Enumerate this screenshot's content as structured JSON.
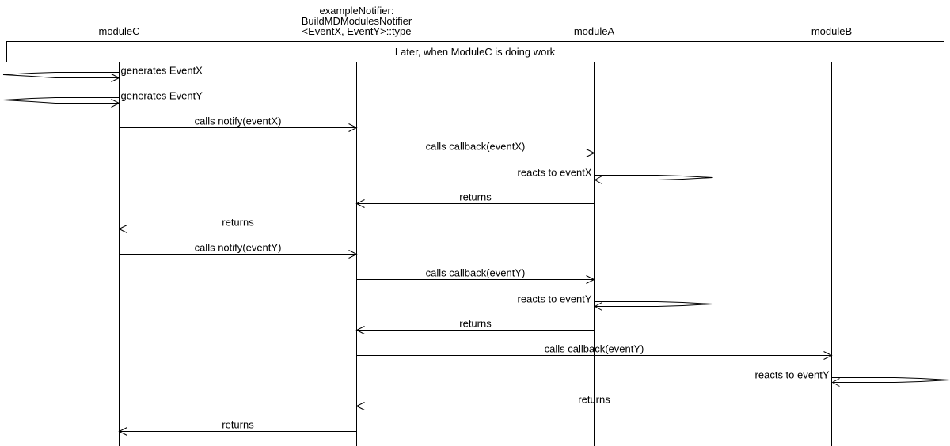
{
  "diagram": {
    "type": "sequence",
    "participants": [
      {
        "id": "moduleC",
        "label_lines": [
          "moduleC"
        ]
      },
      {
        "id": "notifier",
        "label_lines": [
          "exampleNotifier:",
          "BuildMDModulesNotifier",
          "<EventX, EventY>::type"
        ]
      },
      {
        "id": "moduleA",
        "label_lines": [
          "moduleA"
        ]
      },
      {
        "id": "moduleB",
        "label_lines": [
          "moduleB"
        ]
      }
    ],
    "note": {
      "text": "Later, when ModuleC is doing work",
      "span": "all"
    },
    "messages": [
      {
        "from": "moduleC",
        "to": "moduleC",
        "label": "generates EventX",
        "kind": "self"
      },
      {
        "from": "moduleC",
        "to": "moduleC",
        "label": "generates EventY",
        "kind": "self"
      },
      {
        "from": "moduleC",
        "to": "notifier",
        "label": "calls notify(eventX)",
        "kind": "call"
      },
      {
        "from": "notifier",
        "to": "moduleA",
        "label": "calls callback(eventX)",
        "kind": "call"
      },
      {
        "from": "moduleA",
        "to": "moduleA",
        "label": "reacts to eventX",
        "kind": "self"
      },
      {
        "from": "moduleA",
        "to": "notifier",
        "label": "returns",
        "kind": "return"
      },
      {
        "from": "notifier",
        "to": "moduleC",
        "label": "returns",
        "kind": "return"
      },
      {
        "from": "moduleC",
        "to": "notifier",
        "label": "calls notify(eventY)",
        "kind": "call"
      },
      {
        "from": "notifier",
        "to": "moduleA",
        "label": "calls callback(eventY)",
        "kind": "call"
      },
      {
        "from": "moduleA",
        "to": "moduleA",
        "label": "reacts to eventY",
        "kind": "self"
      },
      {
        "from": "moduleA",
        "to": "notifier",
        "label": "returns",
        "kind": "return"
      },
      {
        "from": "notifier",
        "to": "moduleB",
        "label": "calls callback(eventY)",
        "kind": "call"
      },
      {
        "from": "moduleB",
        "to": "moduleB",
        "label": "reacts to eventY",
        "kind": "self"
      },
      {
        "from": "moduleB",
        "to": "notifier",
        "label": "returns",
        "kind": "return"
      },
      {
        "from": "notifier",
        "to": "moduleC",
        "label": "returns",
        "kind": "return"
      }
    ]
  }
}
